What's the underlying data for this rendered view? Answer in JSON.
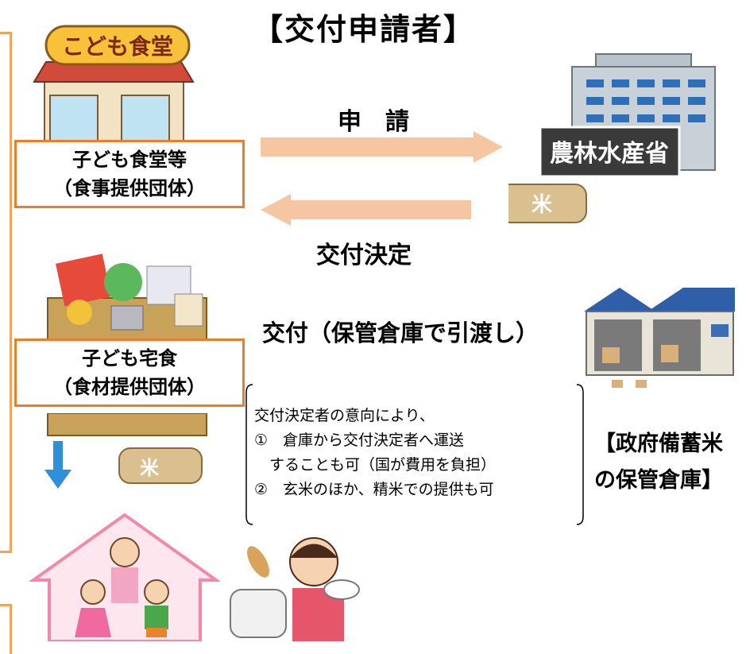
{
  "title": "【交付申請者】",
  "applicant1": {
    "line1": "子ども食堂等",
    "line2": "（食事提供団体）"
  },
  "applicant2": {
    "line1": "子ども宅食",
    "line2": "（食材提供団体）"
  },
  "arrow_apply_label": "申　請",
  "arrow_decision_label": "交付決定",
  "delivery_label": "交付（保管倉庫で引渡し）",
  "notes": {
    "line1": "交付決定者の意向により、",
    "line2": "①　倉庫から交付決定者へ運送",
    "line3": "　することも可（国が費用を負担）",
    "line4": "②　玄米のほか、精米での提供も可"
  },
  "warehouse": {
    "line1": "【政府備蓄米",
    "line2": "の保管倉庫】"
  },
  "signs": {
    "kodomo_shokudo": "こども食堂",
    "ministry": "農林水産省",
    "rice_bag": "米"
  },
  "colors": {
    "orange_border": "#ef7a2a",
    "arrow": "#f6c6a2",
    "down_arrow": "#2f8fd8",
    "bracket": "#f0a35a"
  }
}
